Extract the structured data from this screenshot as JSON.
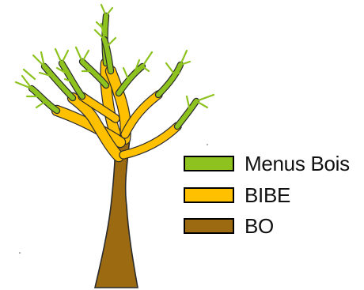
{
  "legend": {
    "items": [
      {
        "label": "Menus Bois",
        "color": "#8dc21f"
      },
      {
        "label": "BIBE",
        "color": "#ffc000"
      },
      {
        "label": "BO",
        "color": "#9c6b11"
      }
    ]
  },
  "tree": {
    "outline_color": "#2b2b2b",
    "trunk_color": "#9c6b11",
    "branch_color": "#ffc000",
    "twig_color": "#8dc21f"
  }
}
